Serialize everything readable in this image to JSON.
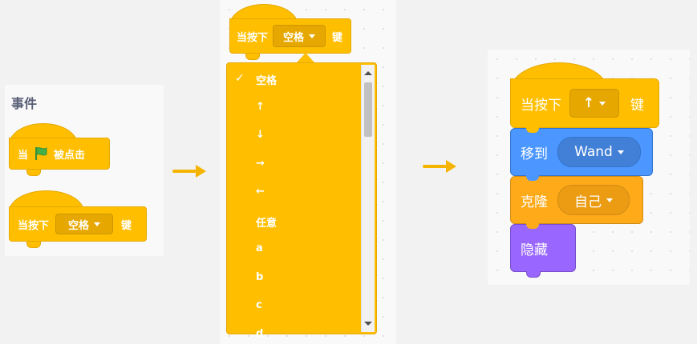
{
  "palette": {
    "title": "事件",
    "when_flag": {
      "prefix": "当",
      "flag_icon": "green-flag-icon",
      "suffix": "被点击"
    },
    "when_key": {
      "prefix": "当按下",
      "key": "空格",
      "suffix": "键"
    }
  },
  "dropdown_stage": {
    "block": {
      "prefix": "当按下",
      "key": "空格",
      "suffix": "键"
    },
    "menu": [
      {
        "label": "空格",
        "checked": true
      },
      {
        "label": "↑",
        "checked": false
      },
      {
        "label": "↓",
        "checked": false
      },
      {
        "label": "→",
        "checked": false
      },
      {
        "label": "←",
        "checked": false
      },
      {
        "label": "任意",
        "checked": false
      },
      {
        "label": "a",
        "checked": false
      },
      {
        "label": "b",
        "checked": false
      },
      {
        "label": "c",
        "checked": false
      },
      {
        "label": "d",
        "checked": false
      }
    ],
    "check_mark": "✓"
  },
  "script": {
    "hat": {
      "prefix": "当按下",
      "key": "↑",
      "suffix": "键"
    },
    "goto": {
      "label": "移到",
      "target": "Wand"
    },
    "clone": {
      "label": "克隆",
      "target": "自己"
    },
    "hide": {
      "label": "隐藏"
    }
  },
  "colors": {
    "events": "#ffbf00",
    "motion": "#4c97ff",
    "control": "#ffab19",
    "looks": "#9966ff",
    "arrow": "#f5b400"
  }
}
